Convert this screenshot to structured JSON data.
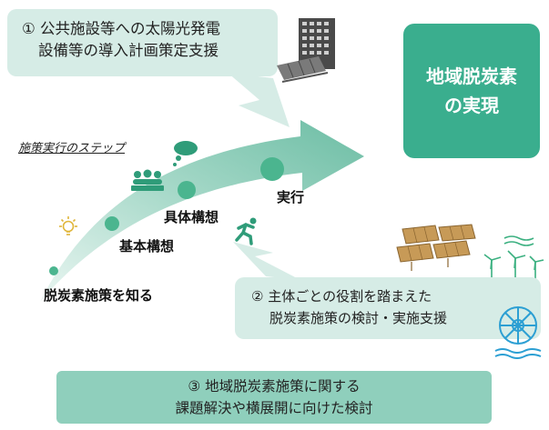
{
  "support_1": {
    "line1": "① 公共施設等への太陽光発電",
    "line2": "設備等の導入計画策定支援"
  },
  "goal": {
    "line1": "地域脱炭素",
    "line2": "の実現"
  },
  "steps": {
    "title": "施策実行のステップ",
    "items": [
      {
        "label": "脱炭素施策を知る"
      },
      {
        "label": "基本構想"
      },
      {
        "label": "具体構想"
      },
      {
        "label": "実行"
      }
    ]
  },
  "support_2": {
    "line1": "② 主体ごとの役割を踏まえた",
    "line2": "脱炭素施策の検討・実施支援"
  },
  "support_3": {
    "line1": "③ 地域脱炭素施策に関する",
    "line2": "課題解決や横展開に向けた検討"
  },
  "colors": {
    "arrow": "#88c9b5",
    "goal": "#3aae8e",
    "light_box": "#d6ece6",
    "bottom_box": "#8fcfbc",
    "dot": "#4bb58f"
  }
}
